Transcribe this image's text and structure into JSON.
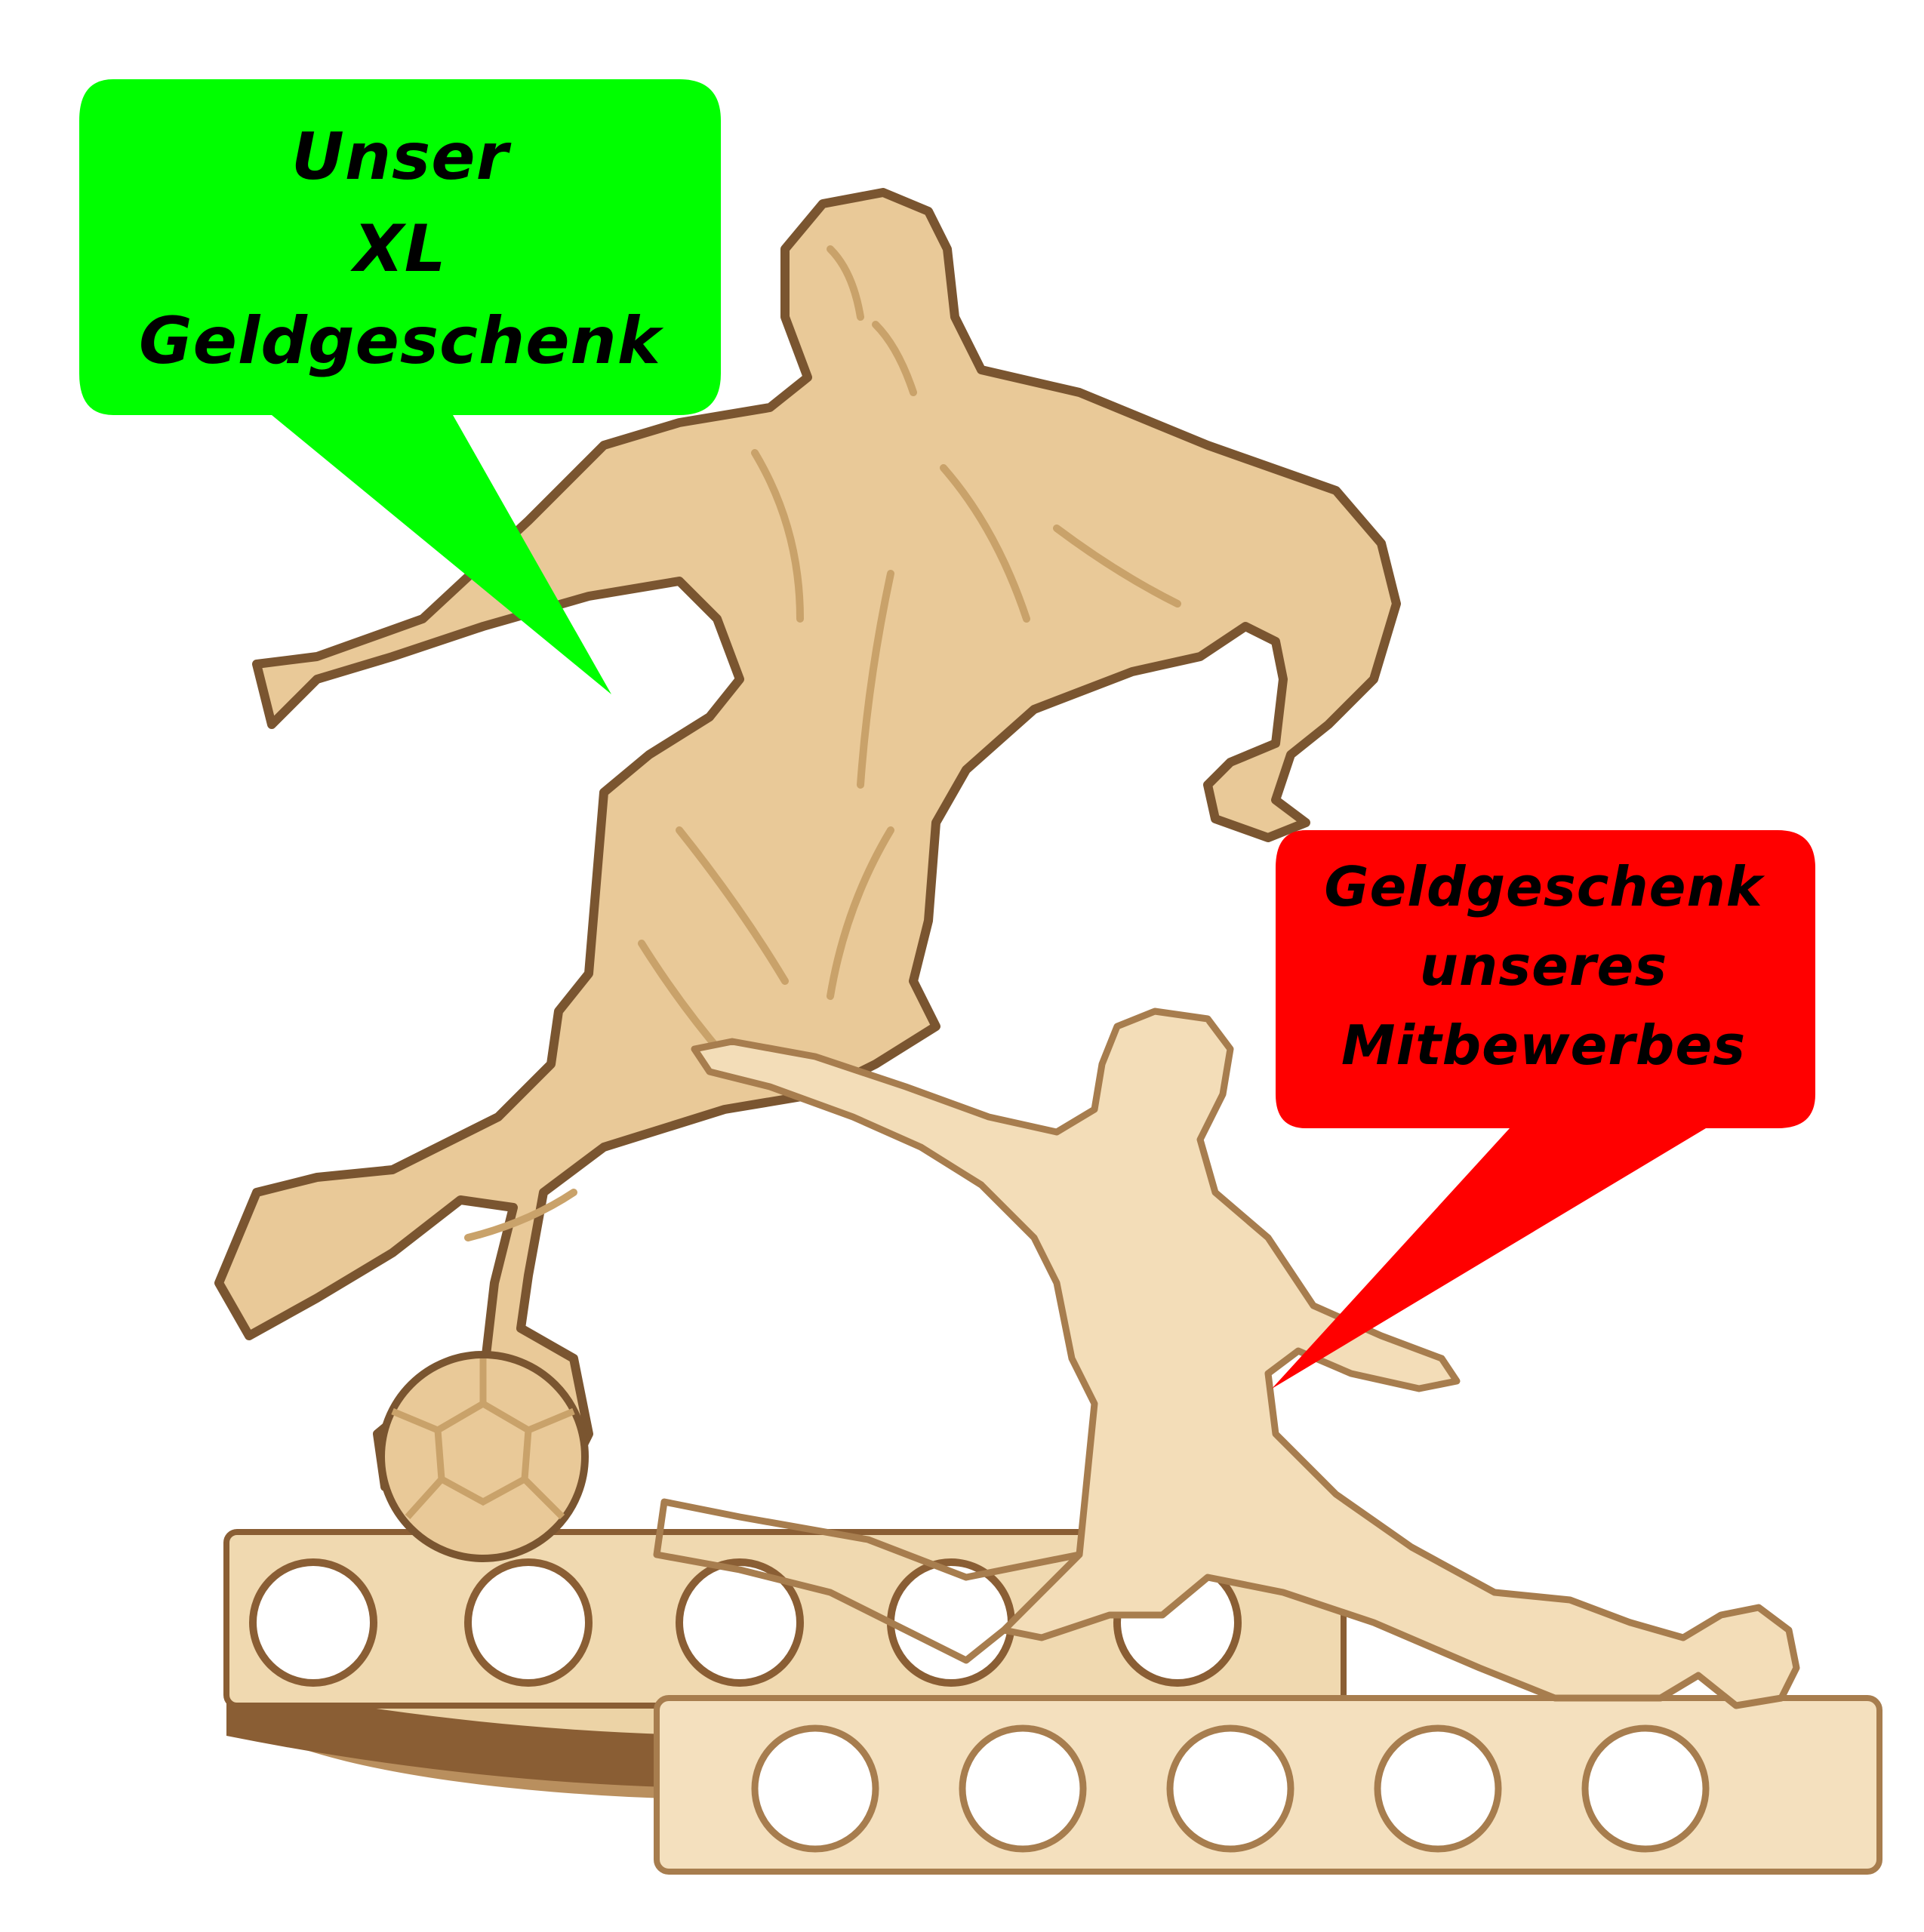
{
  "bubbles": {
    "ours": {
      "lines": [
        "Unser",
        "XL",
        "Geldgeschenk"
      ],
      "color": "#00ff00"
    },
    "competitor": {
      "lines": [
        "Geldgeschenk",
        "unseres",
        "Mitbewerbes"
      ],
      "color": "#ff0000"
    }
  },
  "colors": {
    "wood_large": "#e9c998",
    "wood_large_shade": "#c9a26a",
    "wood_large_edge": "#7a5530",
    "wood_small": "#f3ddb8",
    "wood_small_edge": "#a77d4e"
  },
  "icons": [
    "soccer-player-xl-figure",
    "soccer-player-small-figure",
    "soccer-ball-icon"
  ]
}
